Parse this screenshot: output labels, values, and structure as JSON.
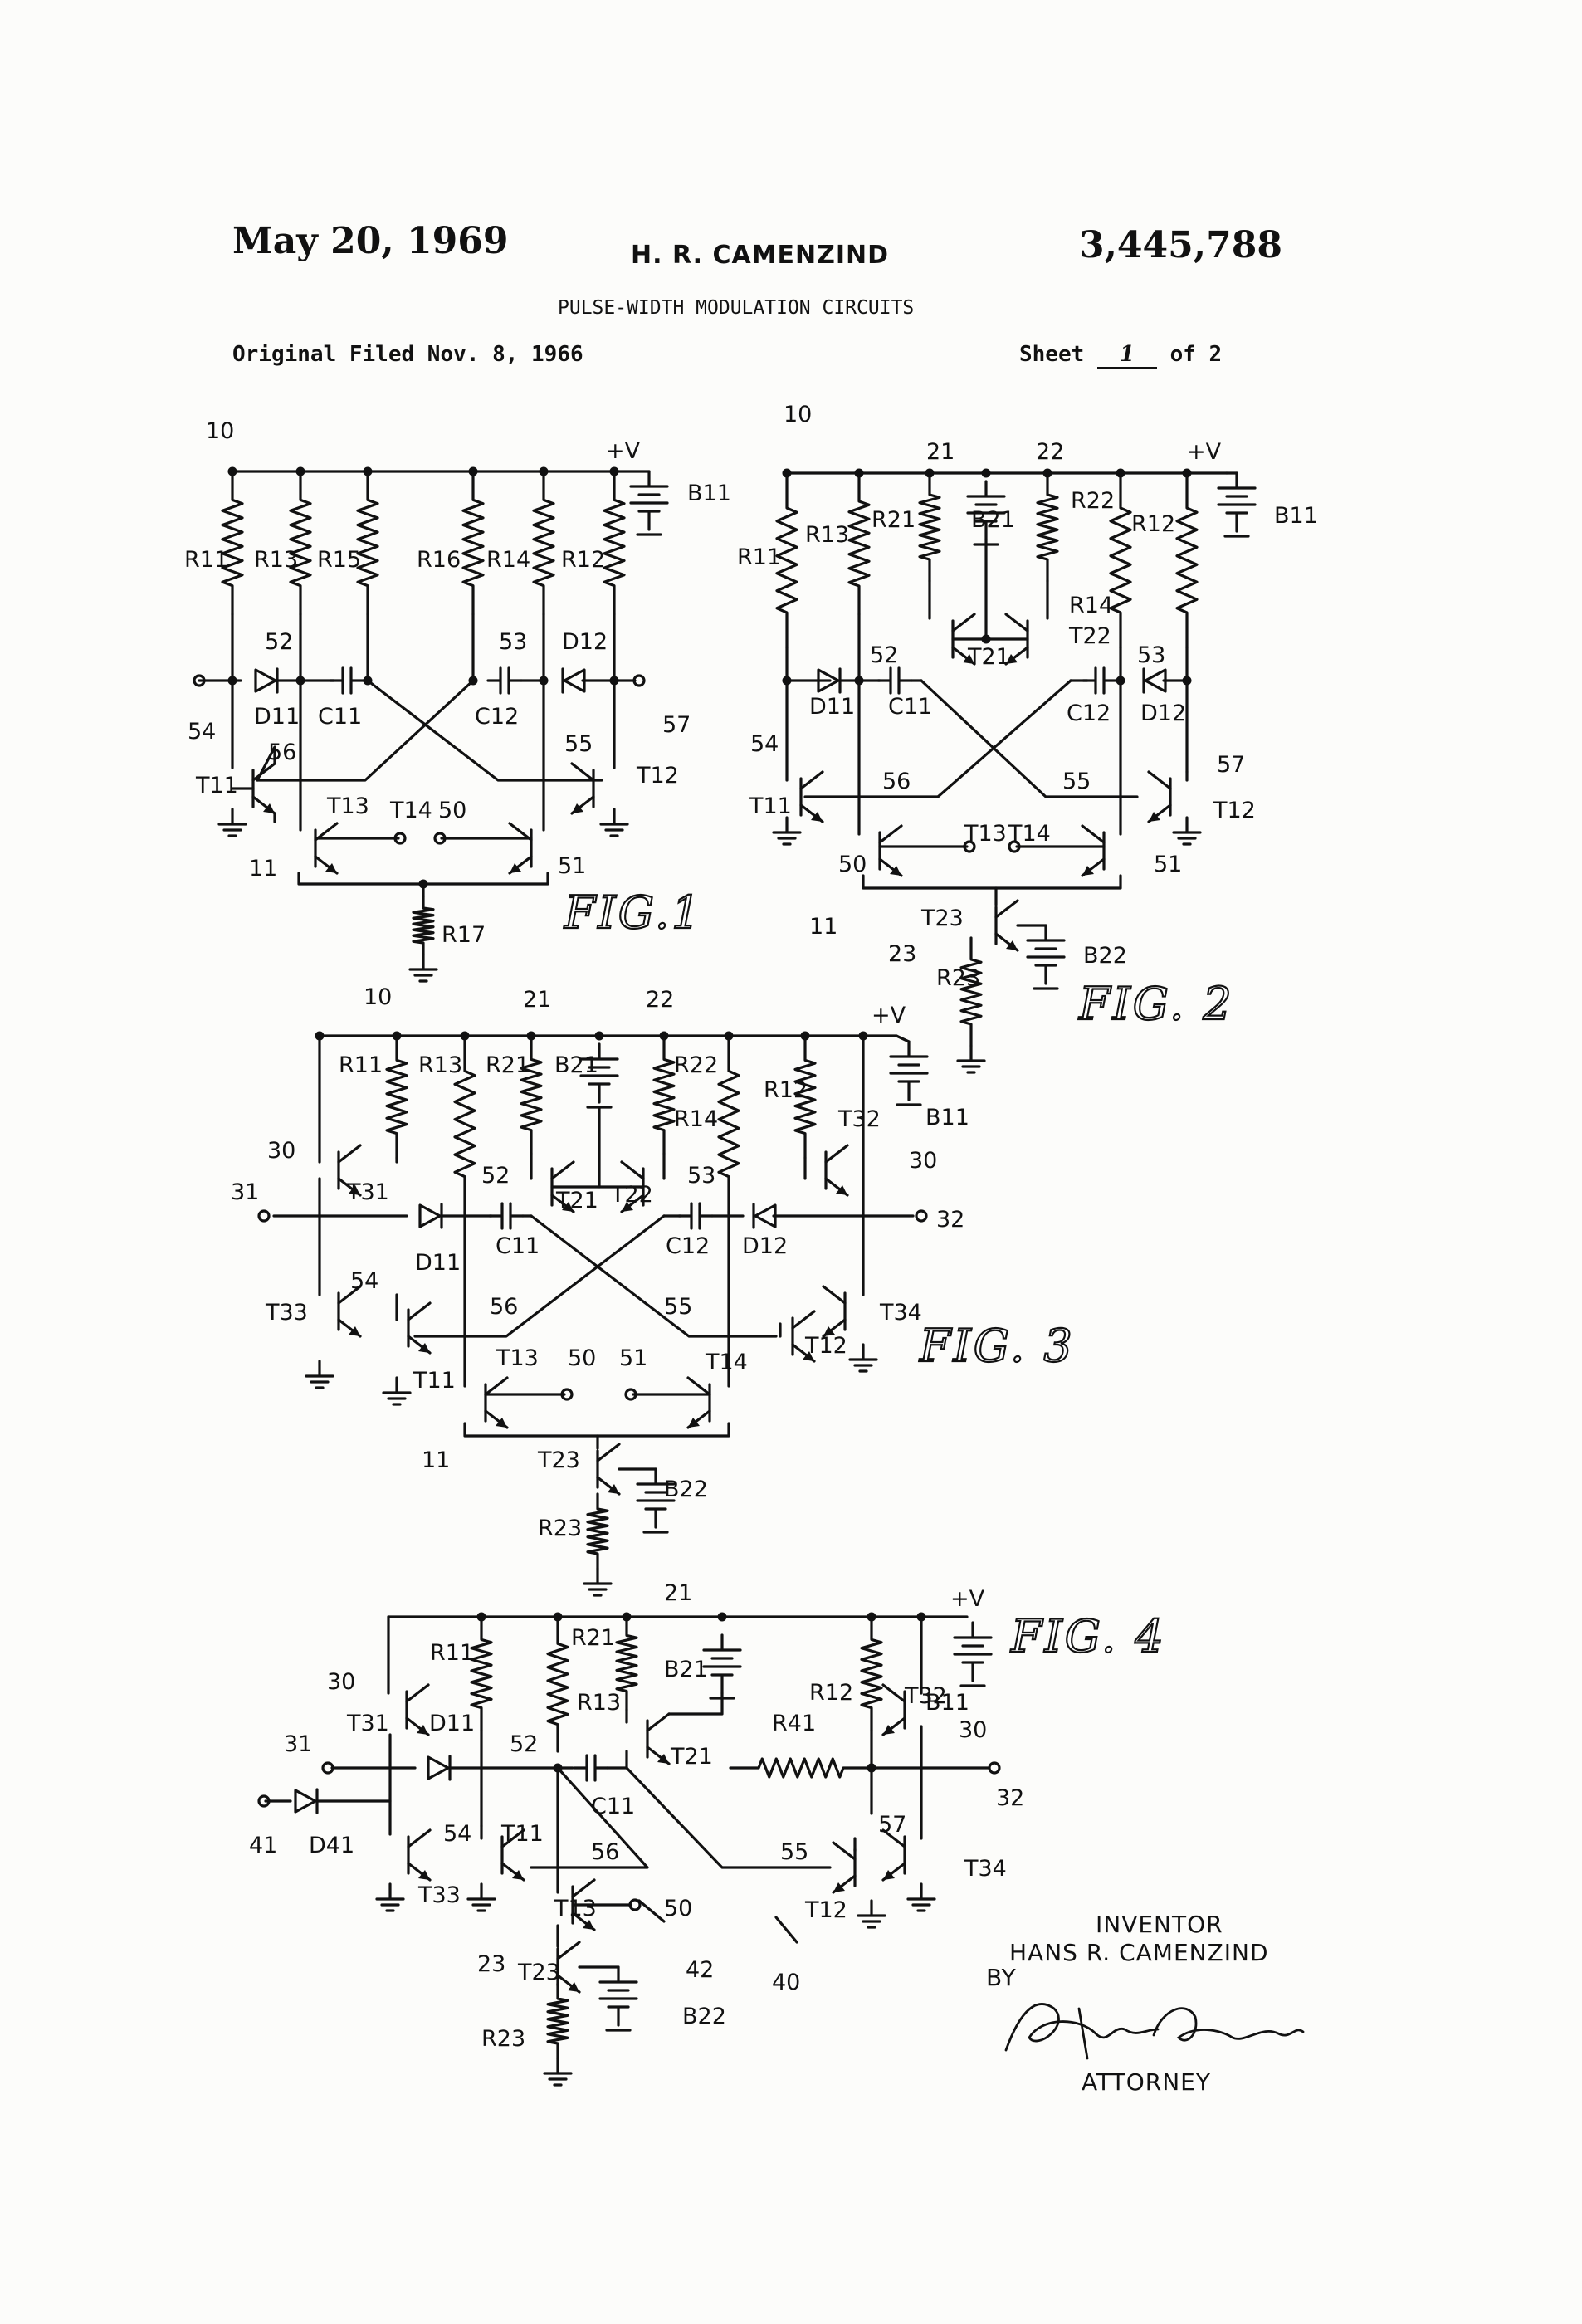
{
  "header": {
    "date": "May 20, 1969",
    "inventor": "H. R. CAMENZIND",
    "patent_number": "3,445,788",
    "title": "PULSE-WIDTH MODULATION CIRCUITS",
    "filed": "Original Filed Nov. 8, 1966",
    "sheet_prefix": "Sheet",
    "sheet_number": "1",
    "sheet_suffix": "of 2"
  },
  "fig1": {
    "caption": "FIG.1",
    "labels": [
      "10",
      "+V",
      "B11",
      "R11",
      "R13",
      "R15",
      "R16",
      "R14",
      "R12",
      "52",
      "53",
      "D11",
      "C11",
      "C12",
      "D12",
      "54",
      "56",
      "55",
      "57",
      "T11",
      "T12",
      "T13",
      "T14",
      "50",
      "51",
      "11",
      "R17"
    ]
  },
  "fig2": {
    "caption": "FIG. 2",
    "labels": [
      "10",
      "21",
      "22",
      "+V",
      "B11",
      "R11",
      "R13",
      "R21",
      "B21",
      "R22",
      "R12",
      "R14",
      "T21",
      "T22",
      "52",
      "53",
      "D11",
      "C11",
      "C12",
      "D12",
      "54",
      "56",
      "55",
      "57",
      "T11",
      "T12",
      "T13",
      "T14",
      "50",
      "51",
      "11",
      "T23",
      "23",
      "R23",
      "B22"
    ]
  },
  "fig3": {
    "caption": "FIG. 3",
    "labels": [
      "10",
      "21",
      "22",
      "+V",
      "B11",
      "R11",
      "R13",
      "R21",
      "B21",
      "R22",
      "R14",
      "R12",
      "T32",
      "30",
      "30",
      "T31",
      "31",
      "52",
      "53",
      "T21",
      "T22",
      "32",
      "D11",
      "C11",
      "C12",
      "D12",
      "54",
      "56",
      "55",
      "T33",
      "T34",
      "T11",
      "T12",
      "T13",
      "T14",
      "50",
      "51",
      "11",
      "T23",
      "B22",
      "R23"
    ]
  },
  "fig4": {
    "caption": "FIG. 4",
    "labels": [
      "21",
      "+V",
      "R11",
      "R21",
      "B21",
      "R12",
      "T32",
      "B11",
      "30",
      "30",
      "R13",
      "T31",
      "D11",
      "31",
      "52",
      "R41",
      "T21",
      "C11",
      "32",
      "57",
      "41",
      "D41",
      "54",
      "T11",
      "56",
      "55",
      "T34",
      "T33",
      "T13",
      "50",
      "T12",
      "23",
      "T23",
      "42",
      "40",
      "B22",
      "R23"
    ]
  },
  "signature": {
    "inventor_heading": "INVENTOR",
    "inventor_name": "HANS R. CAMENZIND",
    "by": "BY",
    "role": "ATTORNEY"
  }
}
